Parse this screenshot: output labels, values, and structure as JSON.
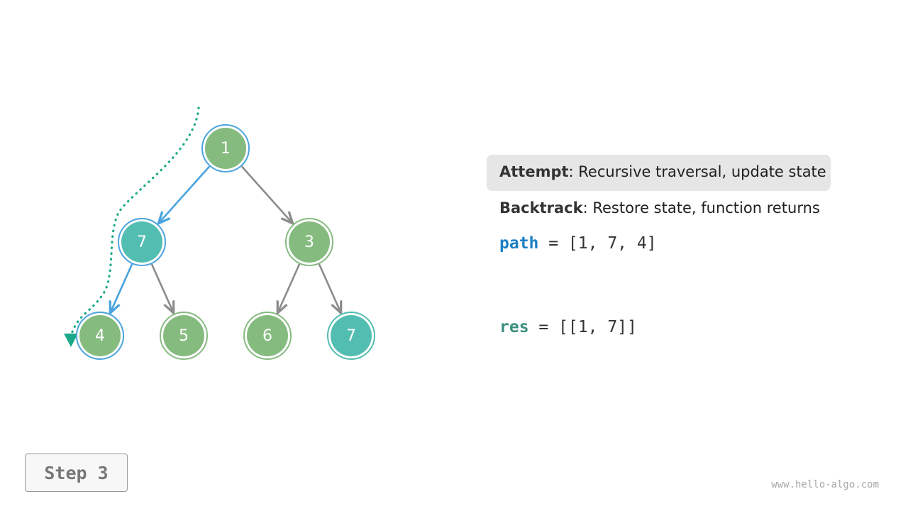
{
  "tree": {
    "nodes": [
      {
        "id": "n1",
        "label": "1",
        "fill": "#86bb80",
        "ring": "#4aa3df"
      },
      {
        "id": "n7a",
        "label": "7",
        "fill": "#52bdb1",
        "ring": "#4aa3df"
      },
      {
        "id": "n3",
        "label": "3",
        "fill": "#86bb80",
        "ring": "#86bb80"
      },
      {
        "id": "n4",
        "label": "4",
        "fill": "#86bb80",
        "ring": "#4aa3df"
      },
      {
        "id": "n5",
        "label": "5",
        "fill": "#86bb80",
        "ring": "#86bb80"
      },
      {
        "id": "n6",
        "label": "6",
        "fill": "#86bb80",
        "ring": "#86bb80"
      },
      {
        "id": "n7b",
        "label": "7",
        "fill": "#52bdb1",
        "ring": "#52bdb1"
      }
    ],
    "edges": [
      {
        "from": "n1",
        "to": "n7a",
        "active": true
      },
      {
        "from": "n1",
        "to": "n3",
        "active": false
      },
      {
        "from": "n7a",
        "to": "n4",
        "active": true
      },
      {
        "from": "n7a",
        "to": "n5",
        "active": false
      },
      {
        "from": "n3",
        "to": "n6",
        "active": false
      },
      {
        "from": "n3",
        "to": "n7b",
        "active": false
      }
    ],
    "colors": {
      "active_edge": "#4aa3df",
      "inactive_edge": "#8c8c8c",
      "traversal_path": "#1ca98a"
    }
  },
  "legend": {
    "attempt_term": "Attempt",
    "attempt_text": ": Recursive traversal, update state",
    "backtrack_term": "Backtrack",
    "backtrack_text": ": Restore state, function returns"
  },
  "code": {
    "path_name": "path",
    "path_value": " = [1, 7, 4]",
    "res_name": "res",
    "res_value": " = [[1, 7]]"
  },
  "step_label": "Step 3",
  "watermark": "www.hello-algo.com"
}
